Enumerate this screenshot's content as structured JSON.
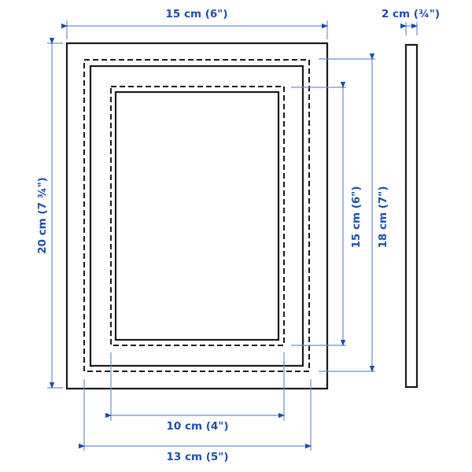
{
  "diagram": {
    "subject": "picture frame dimensions",
    "colors": {
      "dimension_line": "#6a8fd0",
      "label": "#1b4fa8",
      "frame": "#1a1a1a"
    },
    "labels": {
      "outer_width": "15 cm (6\")",
      "outer_height": "20 cm (7 ¾\")",
      "depth": "2 cm (¾\")",
      "picture_height": "15 cm (6\")",
      "mat_opening_height": "18 cm (7\")",
      "picture_width": "10 cm (4\")",
      "mat_opening_width": "13 cm (5\")"
    }
  }
}
